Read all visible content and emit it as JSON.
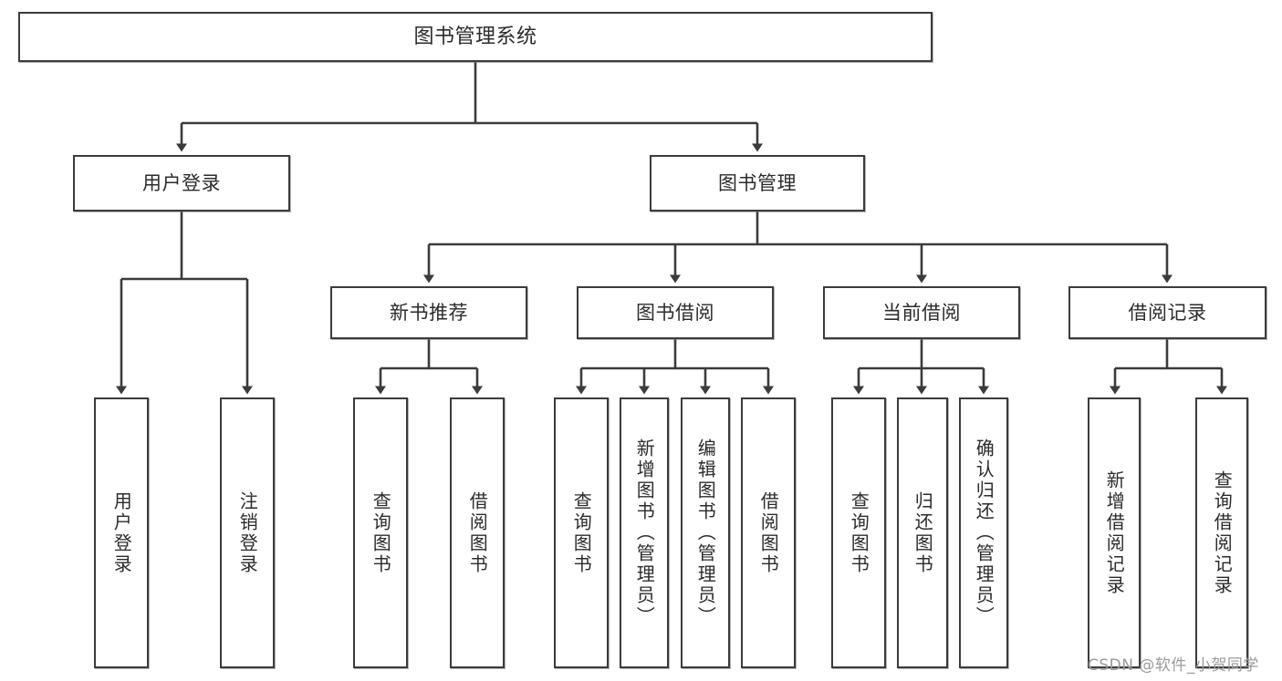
{
  "diagram": {
    "title": "图书管理系统",
    "type": "tree-hierarchy",
    "orientation": "top-down",
    "colors": {
      "box_border": "#3b3b3b",
      "box_fill": "#ffffff",
      "connector": "#3b3b3b",
      "text": "#2b2b2b",
      "watermark": "#9a9a9a",
      "background": "#ffffff"
    }
  },
  "nodes": {
    "root": {
      "label": "图书管理系统"
    },
    "level2": [
      {
        "label": "用户登录"
      },
      {
        "label": "图书管理"
      }
    ],
    "level3": [
      {
        "label": "新书推荐"
      },
      {
        "label": "图书借阅"
      },
      {
        "label": "当前借阅"
      },
      {
        "label": "借阅记录"
      }
    ],
    "leaves": {
      "user_login": [
        {
          "label": "用户登录"
        },
        {
          "label": "注销登录"
        }
      ],
      "new_book_recommend": [
        {
          "label": "查询图书"
        },
        {
          "label": "借阅图书"
        }
      ],
      "book_borrow": [
        {
          "label": "查询图书"
        },
        {
          "label": "新增图书（管理员）"
        },
        {
          "label": "编辑图书（管理员）"
        },
        {
          "label": "借阅图书"
        }
      ],
      "current_borrow": [
        {
          "label": "查询图书"
        },
        {
          "label": "归还图书"
        },
        {
          "label": "确认归还（管理员）"
        }
      ],
      "borrow_records": [
        {
          "label": "新增借阅记录"
        },
        {
          "label": "查询借阅记录"
        }
      ]
    }
  },
  "watermark": {
    "text": "CSDN @软件_小贺同学"
  }
}
